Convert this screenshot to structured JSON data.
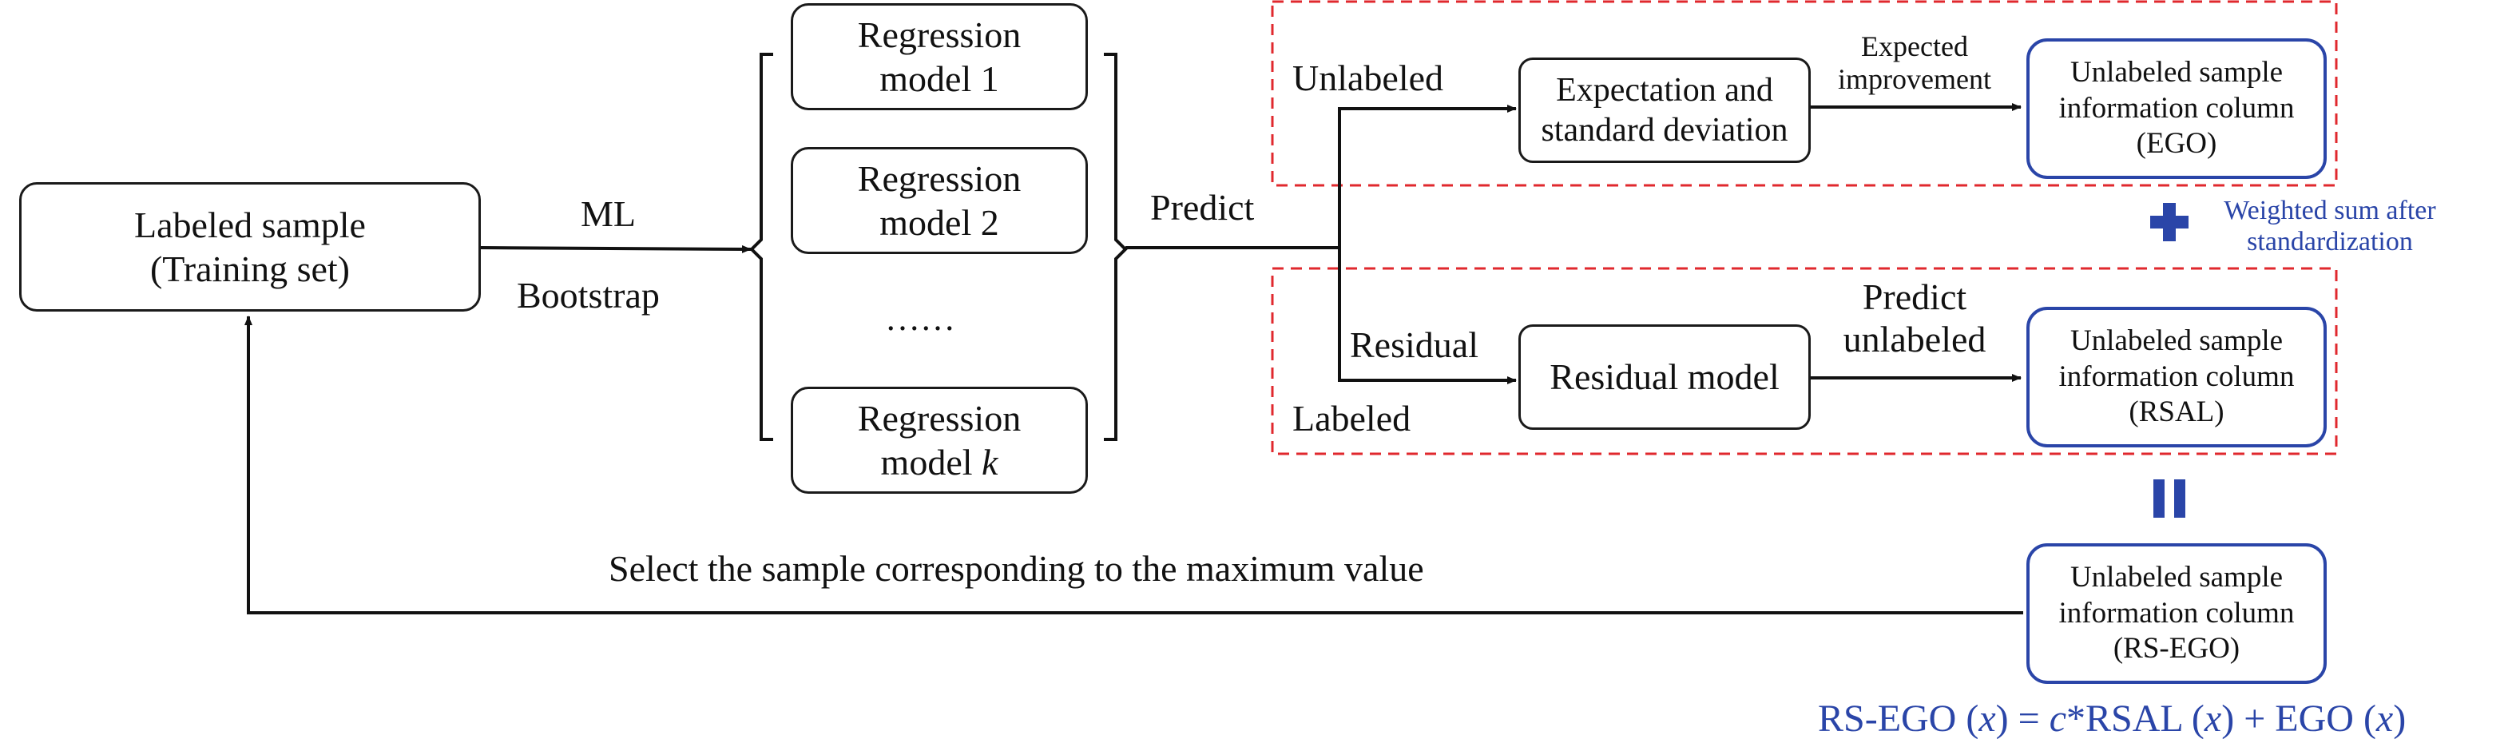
{
  "labeled_sample": {
    "line1": "Labeled sample",
    "line2": "(Training set)"
  },
  "ml_label": "ML",
  "bootstrap_label": "Bootstrap",
  "models": [
    {
      "line1": "Regression",
      "line2": "model 1",
      "suffix": ""
    },
    {
      "line1": "Regression",
      "line2": "model 2",
      "suffix": ""
    },
    {
      "line1": "Regression",
      "line2": "model ",
      "suffix": "k"
    }
  ],
  "ellipsis": "……",
  "predict_label": "Predict",
  "unlabeled_label": "Unlabeled",
  "labeled_label": "Labeled",
  "residual_label": "Residual",
  "expectation_box": {
    "line1": "Expectation and",
    "line2": "standard deviation"
  },
  "residual_box": "Residual model",
  "expected_improvement": {
    "line1": "Expected",
    "line2": "improvement"
  },
  "predict_unlabeled": {
    "line1": "Predict",
    "line2": "unlabeled"
  },
  "info_ego": {
    "line1": "Unlabeled sample",
    "line2": "information column",
    "line3": "(EGO)"
  },
  "info_rsal": {
    "line1": "Unlabeled sample",
    "line2": "information column",
    "line3": "(RSAL)"
  },
  "info_rsego": {
    "line1": "Unlabeled sample",
    "line2": "information column",
    "line3": "(RS-EGO)"
  },
  "weighted_sum": {
    "line1": "Weighted sum after",
    "line2": "standardization"
  },
  "select_text": "Select the sample corresponding to the maximum value",
  "formula": {
    "p1": "RS-EGO (",
    "x1": "x",
    "p2": ") = ",
    "c": "c",
    "p3": "*RSAL (",
    "x2": "x",
    "p4": ") + EGO (",
    "x3": "x",
    "p5": ")"
  },
  "colors": {
    "accent_blue": "#2a45a8",
    "dashed_red": "#e0282e",
    "line": "#111111"
  }
}
